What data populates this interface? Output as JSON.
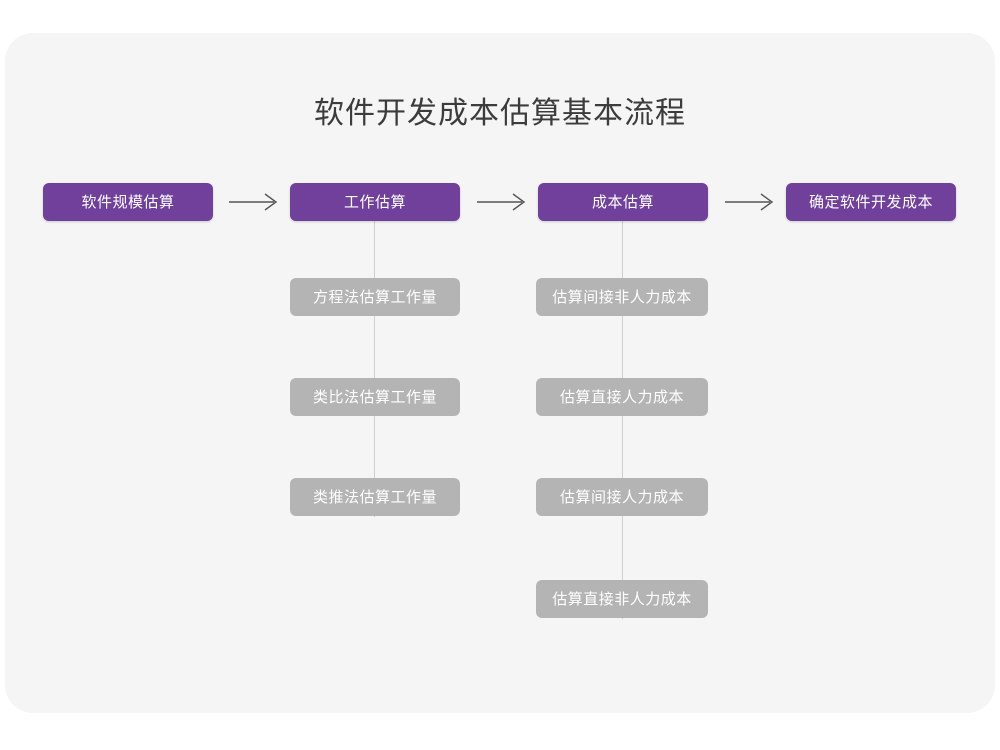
{
  "diagram": {
    "title": "软件开发成本估算基本流程",
    "background_color": "#ffffff",
    "card_color": "#f5f5f5",
    "primary_color": "#70409b",
    "secondary_color": "#b4b4b4",
    "connector_color": "#cfcfcf",
    "arrow_color": "#555555",
    "title_color": "#3c3c3c",
    "type": "flowchart"
  },
  "main_flow": [
    {
      "id": "step1",
      "label": "软件规模估算"
    },
    {
      "id": "step2",
      "label": "工作估算"
    },
    {
      "id": "step3",
      "label": "成本估算"
    },
    {
      "id": "step4",
      "label": "确定软件开发成本"
    }
  ],
  "arrows": [
    {
      "id": "arrow1",
      "glyph": "→",
      "from": "软件规模估算",
      "to": "工作估算"
    },
    {
      "id": "arrow2",
      "glyph": "→",
      "from": "工作估算",
      "to": "成本估算"
    },
    {
      "id": "arrow3",
      "glyph": "→",
      "from": "成本估算",
      "to": "确定软件开发成本"
    }
  ],
  "branches": [
    {
      "id": "branch-work",
      "parent": "工作估算",
      "items": [
        {
          "label": "方程法估算工作量"
        },
        {
          "label": "类比法估算工作量"
        },
        {
          "label": "类推法估算工作量"
        }
      ]
    },
    {
      "id": "branch-cost",
      "parent": "成本估算",
      "items": [
        {
          "label": "估算间接非人力成本"
        },
        {
          "label": "估算直接人力成本"
        },
        {
          "label": "估算间接人力成本"
        },
        {
          "label": "估算直接非人力成本"
        }
      ]
    }
  ]
}
